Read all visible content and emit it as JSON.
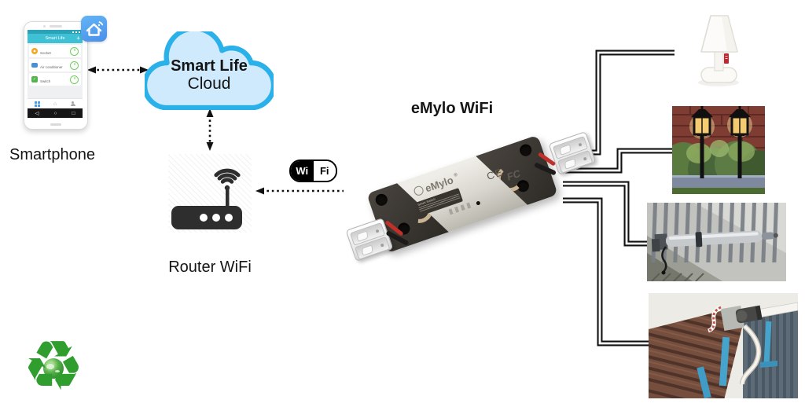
{
  "title_labels": {
    "smartphone": "Smartphone",
    "router": "Router WiFi",
    "device": "eMylo WiFi"
  },
  "cloud": {
    "line1": "Smart Life",
    "line2": "Cloud"
  },
  "wifi_logo": {
    "left": "Wi",
    "right": "Fi",
    "registered": "®"
  },
  "phone_app": {
    "title": "Smart Life",
    "add_button": "+",
    "items": [
      {
        "name": "Socket"
      },
      {
        "name": "Air conditioner"
      },
      {
        "name": "Switch"
      }
    ],
    "android_nav": {
      "back": "◁",
      "home": "○",
      "recents": "□"
    }
  },
  "relay_device": {
    "brand": "eMylo",
    "registered": "®",
    "label": "Smart Switch",
    "ce_mark": "CE",
    "fcc_mark": "FC"
  },
  "connected_devices": [
    {
      "name": "table-lamp"
    },
    {
      "name": "garden-lights"
    },
    {
      "name": "gate-opener"
    },
    {
      "name": "roller-shutter"
    }
  ],
  "icons": {
    "recycle_glyph": "♻"
  },
  "colors": {
    "cloud_fill": "#CFEAFC",
    "cloud_border": "#2BB1EA",
    "app_header_teal": "#3FC0D4",
    "app_icon_blue": "#55A4F0",
    "power_green": "#6FCF5A",
    "socket_orange": "#F5A623",
    "ac_blue": "#4A90D2",
    "switch_green": "#52B54B",
    "recycle_green": "#2F9E2F",
    "wire_black": "#111111",
    "tag_red": "#C4242E"
  }
}
